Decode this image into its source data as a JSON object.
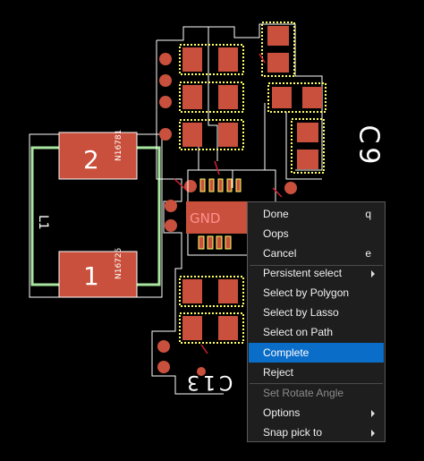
{
  "canvas": {
    "pad_labels": {
      "inductor_pad_top": "2",
      "inductor_pad_bottom": "1",
      "inductor_ref": "L1",
      "net_top": "N16781",
      "net_bottom": "N16725",
      "gnd_net": "GND"
    },
    "ref_labels": {
      "c9": "C9",
      "c13": "C13"
    },
    "colors": {
      "pad_fill": "#c8503c",
      "pad_outline": "#ffff66",
      "silkscreen": "#ffffff",
      "courtyard": "#a8e6a0",
      "copper_route": "#d02030",
      "background": "#000000"
    }
  },
  "context_menu": {
    "items": [
      {
        "label": "Done",
        "shortcut": "q"
      },
      {
        "label": "Oops",
        "shortcut": ""
      },
      {
        "label": "Cancel",
        "shortcut": "e"
      },
      {
        "label": "Persistent select",
        "submenu": true
      },
      {
        "label": "Select by Polygon"
      },
      {
        "label": "Select by Lasso"
      },
      {
        "label": "Select on Path"
      },
      {
        "label": "Complete",
        "highlighted": true
      },
      {
        "label": "Reject"
      },
      {
        "label": "Set Rotate Angle",
        "disabled": true
      },
      {
        "label": "Options",
        "submenu": true
      },
      {
        "label": "Snap pick to",
        "submenu": true
      }
    ]
  }
}
